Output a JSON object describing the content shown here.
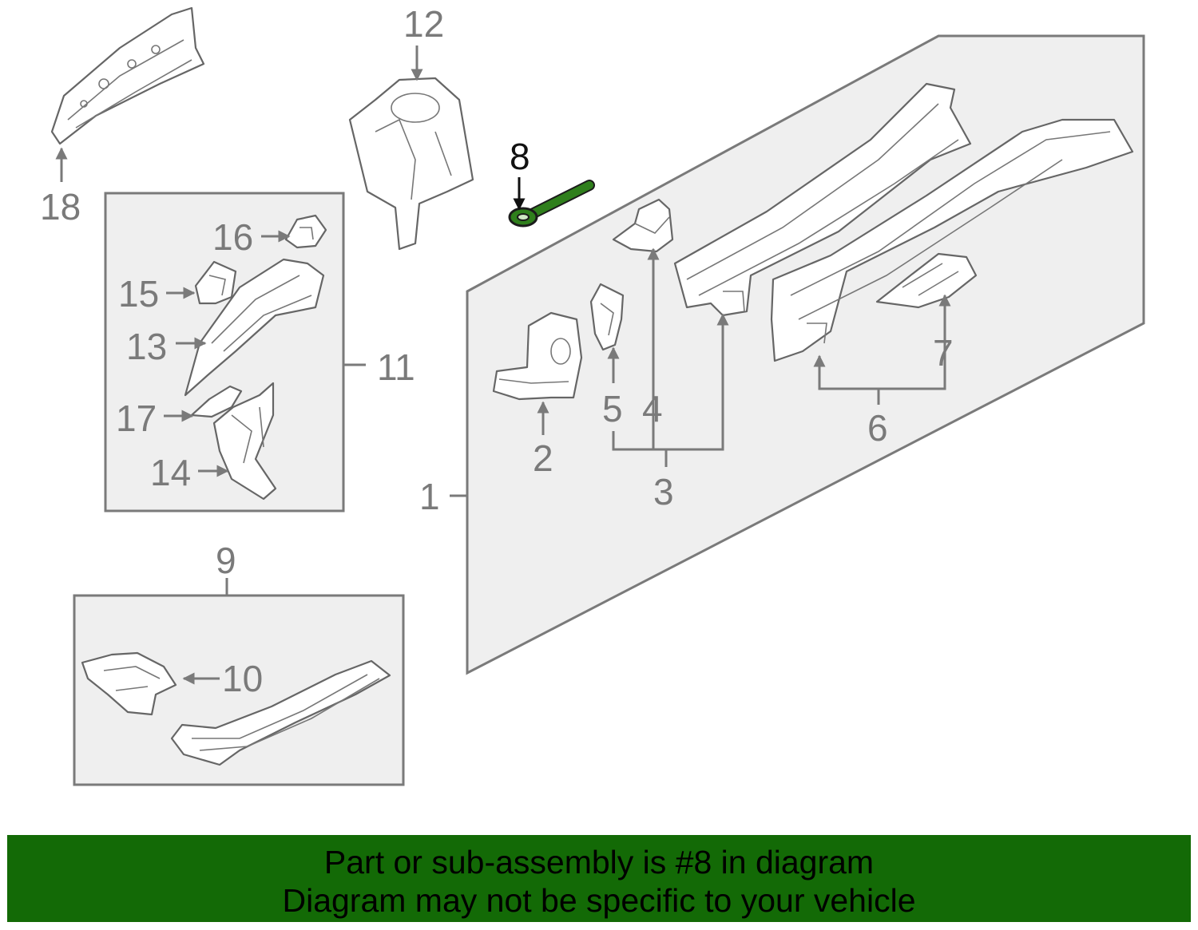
{
  "callouts": {
    "c1": "1",
    "c2": "2",
    "c3": "3",
    "c4": "4",
    "c5": "5",
    "c6": "6",
    "c7": "7",
    "c8": "8",
    "c9": "9",
    "c10": "10",
    "c11": "11",
    "c12": "12",
    "c13": "13",
    "c14": "14",
    "c15": "15",
    "c16": "16",
    "c17": "17",
    "c18": "18"
  },
  "highlight": {
    "part_number": "8",
    "color": "#1f6e12"
  },
  "colors": {
    "banner_bg": "#136a06",
    "box_fill": "#efefef",
    "line": "#7a7a7a"
  },
  "banner": {
    "line1": "Part or sub-assembly is #8 in diagram",
    "line2": "Diagram may not be specific to your vehicle"
  }
}
